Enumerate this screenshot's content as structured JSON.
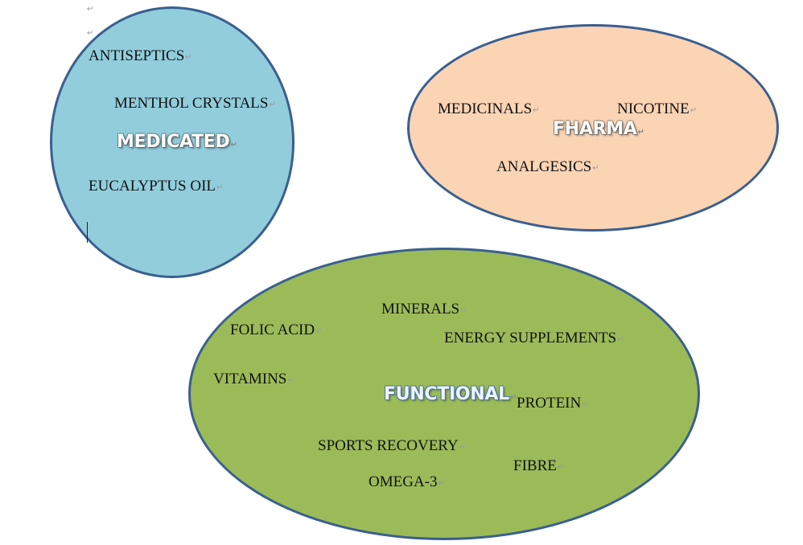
{
  "marks": {
    "paragraph": "↵"
  },
  "colors": {
    "medicated_fill": "#92cddc",
    "fharma_fill": "#fbd4b4",
    "functional_fill": "#9bbb59",
    "outline": "#3a5f8f"
  },
  "groups": {
    "medicated": {
      "label": "MEDICATED",
      "items": [
        "ANTISEPTICS",
        "MENTHOL CRYSTALS",
        "EUCALYPTUS OIL"
      ]
    },
    "fharma": {
      "label": "FHARMA",
      "items": [
        "MEDICINALS",
        "NICOTINE",
        "ANALGESICS"
      ]
    },
    "functional": {
      "label": "FUNCTIONAL",
      "items": [
        "MINERALS",
        "FOLIC ACID",
        "ENERGY SUPPLEMENTS",
        "VITAMINS",
        "PROTEIN",
        "SPORTS RECOVERY",
        "FIBRE",
        "OMEGA-3"
      ]
    }
  }
}
